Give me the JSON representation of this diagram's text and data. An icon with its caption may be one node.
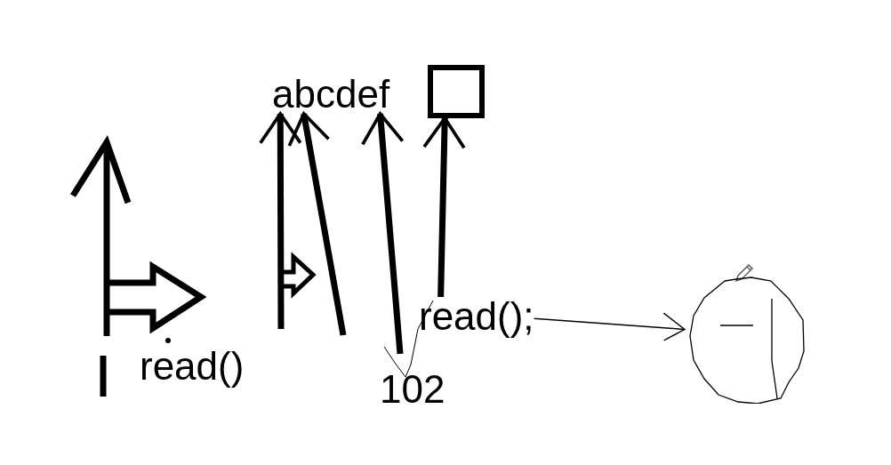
{
  "diagram": {
    "nodes": [
      {
        "text": [
          "abcdef"
        ]
      },
      {
        "text": [],
        "shape": "box"
      },
      {
        "text": [
          "read()"
        ]
      },
      {
        "text": [
          "102"
        ]
      },
      {
        "text": [
          "read();"
        ]
      },
      {
        "text": [],
        "shape": "circle"
      }
    ],
    "edges": [
      {
        "from": null,
        "to": 0,
        "arrow": "to"
      },
      {
        "from": null,
        "to": 0,
        "arrow": "to"
      },
      {
        "from": null,
        "to": 0,
        "arrow": "to"
      },
      {
        "from": 4,
        "to": 1,
        "arrow": "to"
      },
      {
        "from": 4,
        "to": 5,
        "arrow": "to"
      }
    ]
  }
}
